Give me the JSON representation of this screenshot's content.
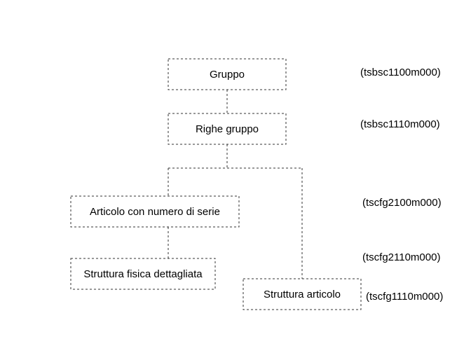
{
  "diagram": {
    "nodes": {
      "gruppo": "Gruppo",
      "righe_gruppo": "Righe gruppo",
      "articolo_serie": "Articolo con numero di serie",
      "struttura_fisica": "Struttura fisica dettagliata",
      "struttura_articolo": "Struttura articolo"
    },
    "codes": {
      "gruppo": "(tsbsc1100m000)",
      "righe_gruppo": "(tsbsc1110m000)",
      "articolo_serie": "(tscfg2100m000)",
      "struttura_fisica": "(tscfg2110m000)",
      "struttura_articolo": "(tscfg1110m000)"
    },
    "colors": {
      "stroke": "#333333",
      "text": "#000000"
    }
  }
}
